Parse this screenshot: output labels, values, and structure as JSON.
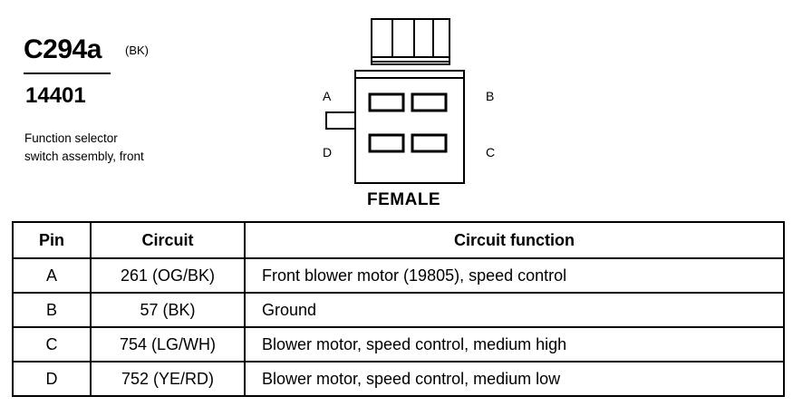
{
  "connector": {
    "id": "C294a",
    "color": "(BK)",
    "part_number": "14401",
    "description": "Function selector switch assembly, front",
    "gender": "FEMALE",
    "pin_labels": {
      "a": "A",
      "b": "B",
      "c": "C",
      "d": "D"
    }
  },
  "table": {
    "headers": [
      "Pin",
      "Circuit",
      "Circuit function"
    ],
    "rows": [
      {
        "pin": "A",
        "circuit": "261 (OG/BK)",
        "function": "Front blower motor (19805), speed control"
      },
      {
        "pin": "B",
        "circuit": "57 (BK)",
        "function": "Ground"
      },
      {
        "pin": "C",
        "circuit": "754 (LG/WH)",
        "function": "Blower motor, speed control, medium high"
      },
      {
        "pin": "D",
        "circuit": "752 (YE/RD)",
        "function": "Blower motor, speed control, medium low"
      }
    ]
  }
}
